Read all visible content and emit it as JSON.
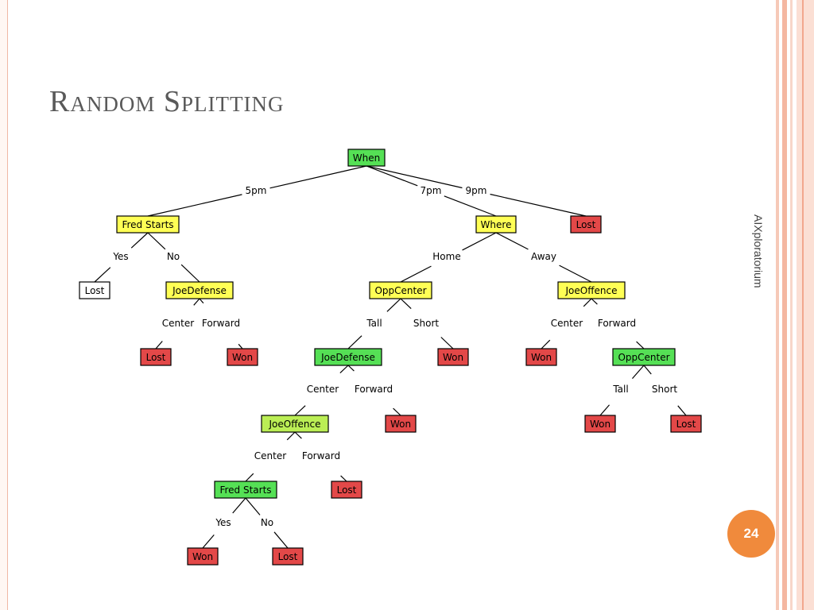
{
  "slide": {
    "title": "Random Splitting",
    "side_label": "AIXploratorium",
    "page_number": "24"
  },
  "colors": {
    "green": "#55e055",
    "yellow": "#ffff55",
    "red": "#e34848",
    "light_green": "#bbee55",
    "white": "#ffffff",
    "line": "#000000"
  },
  "tree": {
    "nodes": [
      {
        "id": "when",
        "label": "When",
        "color": "green"
      },
      {
        "id": "fred1",
        "label": "Fred Starts",
        "color": "yellow"
      },
      {
        "id": "where",
        "label": "Where",
        "color": "yellow"
      },
      {
        "id": "lost9pm",
        "label": "Lost",
        "color": "red"
      },
      {
        "id": "lostYes",
        "label": "Lost",
        "color": "white"
      },
      {
        "id": "joeDef1",
        "label": "JoeDefense",
        "color": "yellow"
      },
      {
        "id": "oppHome",
        "label": "OppCenter",
        "color": "yellow"
      },
      {
        "id": "joeOffAway",
        "label": "JoeOffence",
        "color": "yellow"
      },
      {
        "id": "lostC1",
        "label": "Lost",
        "color": "red"
      },
      {
        "id": "wonF1",
        "label": "Won",
        "color": "red"
      },
      {
        "id": "joeDef2",
        "label": "JoeDefense",
        "color": "green"
      },
      {
        "id": "wonShort",
        "label": "Won",
        "color": "red"
      },
      {
        "id": "wonCAway",
        "label": "Won",
        "color": "red"
      },
      {
        "id": "oppFwd",
        "label": "OppCenter",
        "color": "green"
      },
      {
        "id": "joeOff2",
        "label": "JoeOffence",
        "color": "light_green"
      },
      {
        "id": "wonFwd2",
        "label": "Won",
        "color": "red"
      },
      {
        "id": "wonTall2",
        "label": "Won",
        "color": "red"
      },
      {
        "id": "lostShort2",
        "label": "Lost",
        "color": "red"
      },
      {
        "id": "fred2",
        "label": "Fred Starts",
        "color": "green"
      },
      {
        "id": "lostFwd3",
        "label": "Lost",
        "color": "red"
      },
      {
        "id": "wonYes",
        "label": "Won",
        "color": "red"
      },
      {
        "id": "lostNo",
        "label": "Lost",
        "color": "red"
      }
    ],
    "edges": [
      {
        "from": "when",
        "to": "fred1",
        "label": "5pm"
      },
      {
        "from": "when",
        "to": "where",
        "label": "7pm"
      },
      {
        "from": "when",
        "to": "lost9pm",
        "label": "9pm"
      },
      {
        "from": "fred1",
        "to": "lostYes",
        "label": "Yes"
      },
      {
        "from": "fred1",
        "to": "joeDef1",
        "label": "No"
      },
      {
        "from": "where",
        "to": "oppHome",
        "label": "Home"
      },
      {
        "from": "where",
        "to": "joeOffAway",
        "label": "Away"
      },
      {
        "from": "joeDef1",
        "to": "lostC1",
        "label": "Center"
      },
      {
        "from": "joeDef1",
        "to": "wonF1",
        "label": "Forward"
      },
      {
        "from": "oppHome",
        "to": "joeDef2",
        "label": "Tall"
      },
      {
        "from": "oppHome",
        "to": "wonShort",
        "label": "Short"
      },
      {
        "from": "joeOffAway",
        "to": "wonCAway",
        "label": "Center"
      },
      {
        "from": "joeOffAway",
        "to": "oppFwd",
        "label": "Forward"
      },
      {
        "from": "joeDef2",
        "to": "joeOff2",
        "label": "Center"
      },
      {
        "from": "joeDef2",
        "to": "wonFwd2",
        "label": "Forward"
      },
      {
        "from": "oppFwd",
        "to": "wonTall2",
        "label": "Tall"
      },
      {
        "from": "oppFwd",
        "to": "lostShort2",
        "label": "Short"
      },
      {
        "from": "joeOff2",
        "to": "fred2",
        "label": "Center"
      },
      {
        "from": "joeOff2",
        "to": "lostFwd3",
        "label": "Forward"
      },
      {
        "from": "fred2",
        "to": "wonYes",
        "label": "Yes"
      },
      {
        "from": "fred2",
        "to": "lostNo",
        "label": "No"
      }
    ]
  }
}
